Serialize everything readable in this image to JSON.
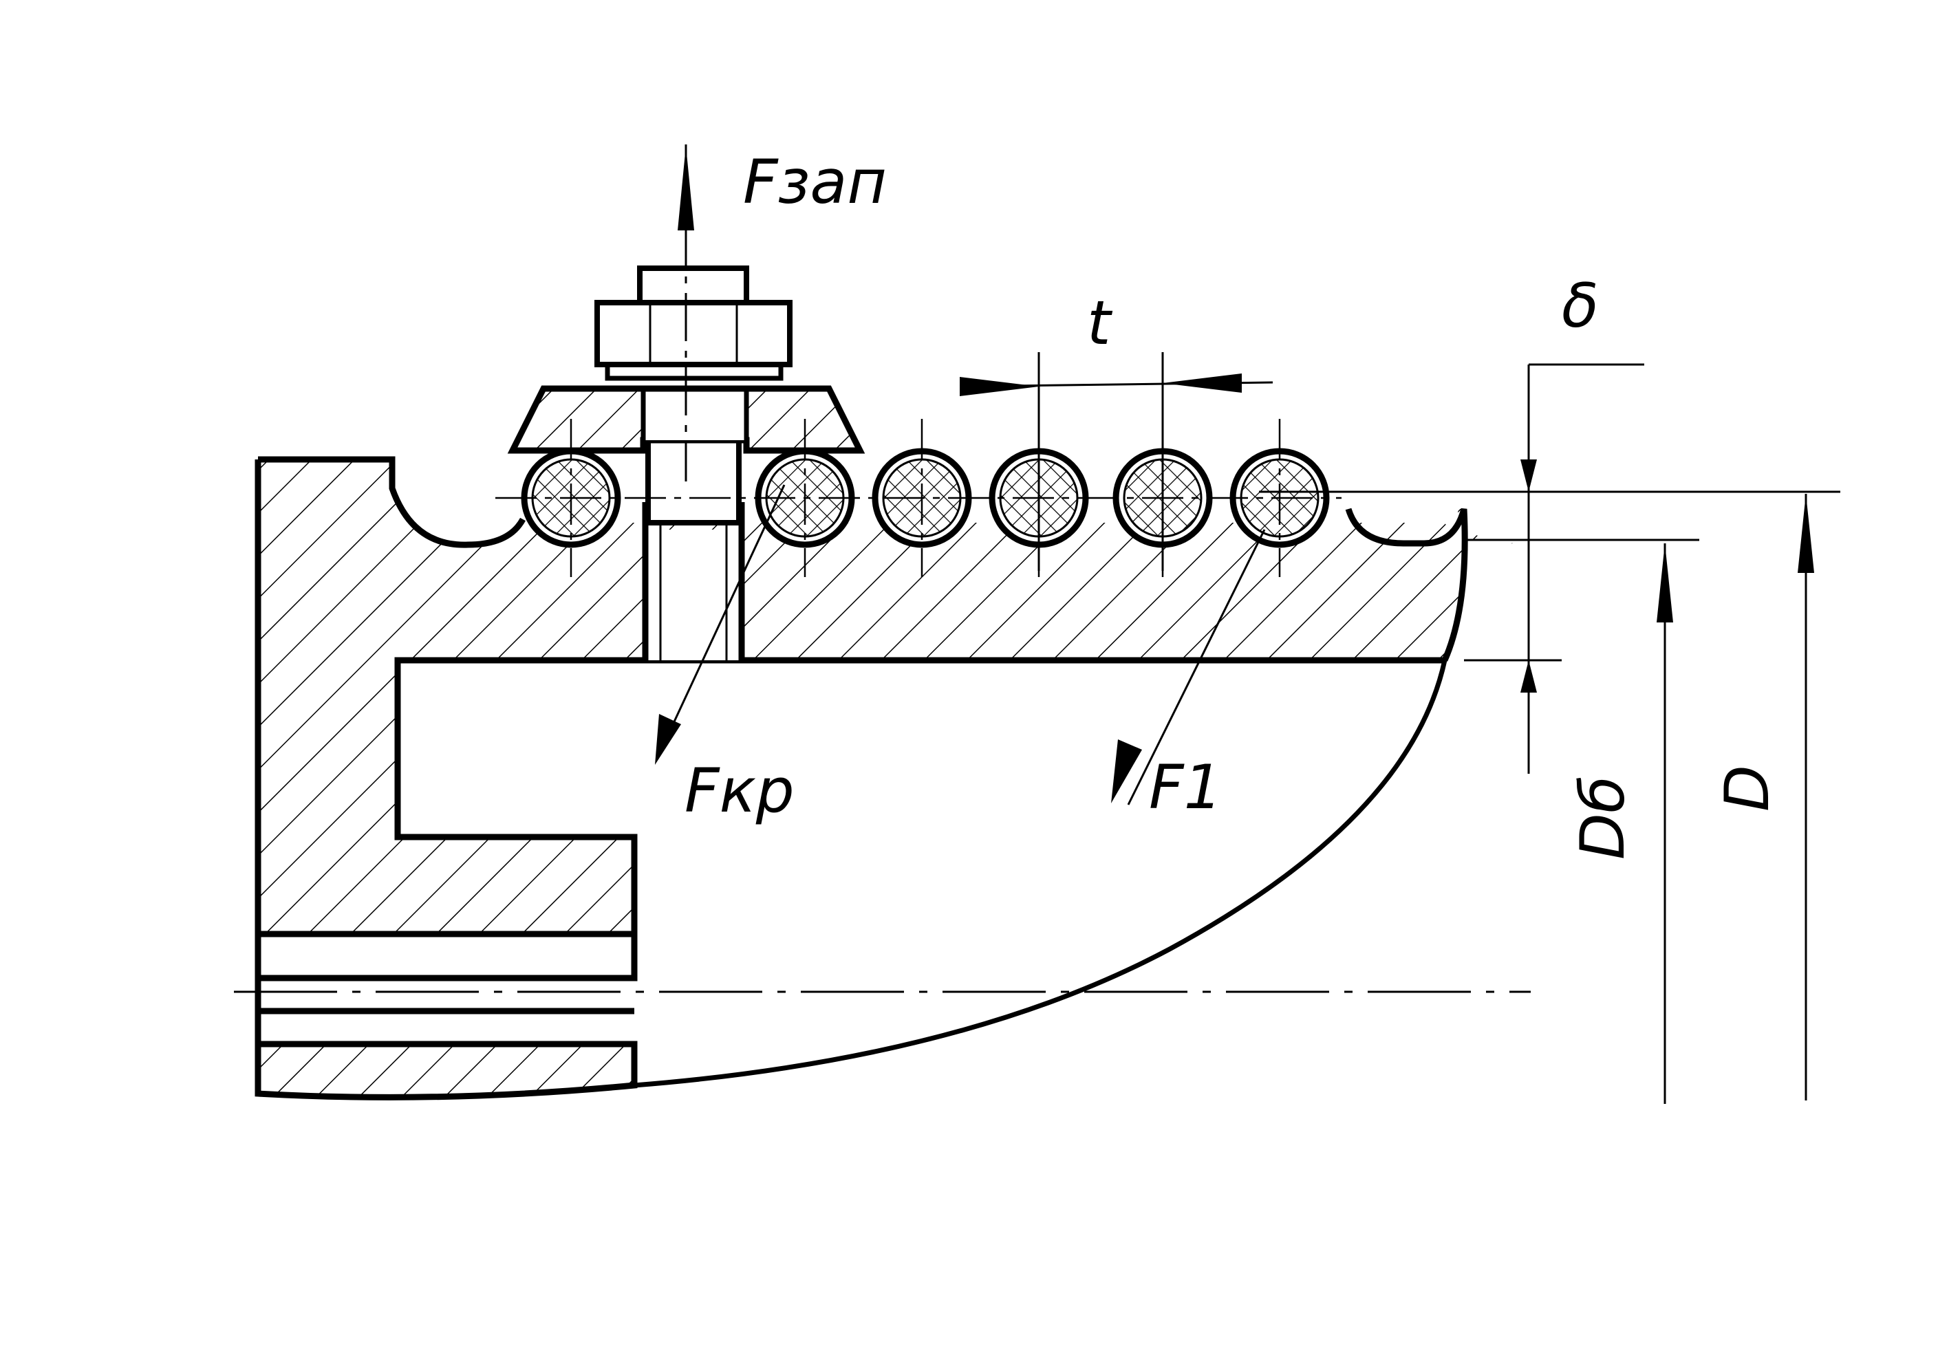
{
  "labels": {
    "f_zap": "Fзап",
    "f_kr": "Fкр",
    "f_1": "F1",
    "t": "t",
    "delta": "δ",
    "d_b": "Dб",
    "d": "D"
  },
  "cable_turns_count": 6
}
